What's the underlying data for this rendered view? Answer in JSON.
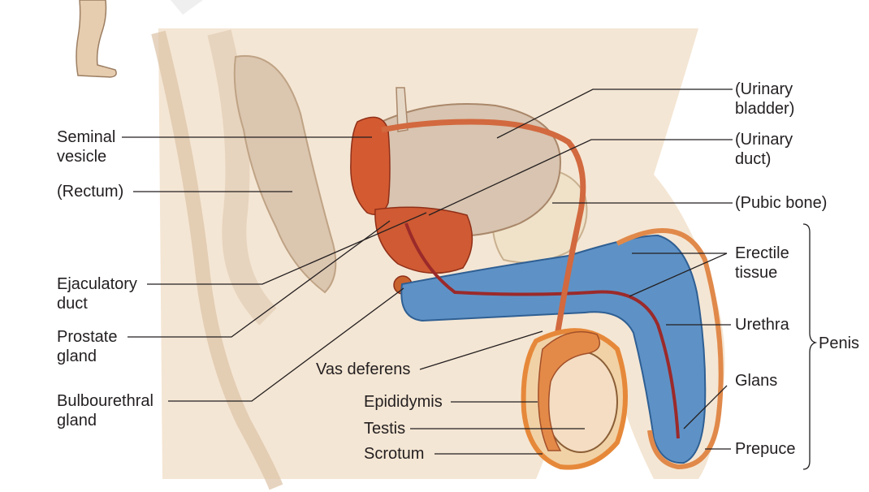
{
  "labels": {
    "seminal_vesicle": [
      "Seminal",
      "vesicle"
    ],
    "rectum": "(Rectum)",
    "ejaculatory_duct": [
      "Ejaculatory",
      "duct"
    ],
    "prostate_gland": [
      "Prostate",
      "gland"
    ],
    "bulbourethral_gland": [
      "Bulbourethral",
      "gland"
    ],
    "vas_deferens": "Vas deferens",
    "epididymis": "Epididymis",
    "testis": "Testis",
    "scrotum": "Scrotum",
    "urinary_bladder": [
      "(Urinary",
      "bladder)"
    ],
    "urinary_duct": [
      "(Urinary",
      "duct)"
    ],
    "pubic_bone": "(Pubic bone)",
    "erectile_tissue": [
      "Erectile",
      "tissue"
    ],
    "urethra": "Urethra",
    "penis": "Penis",
    "glans": "Glans",
    "prepuce": "Prepuce"
  },
  "colors": {
    "skin": "#f3e3cf",
    "skin_shadow": "#dcc2a5",
    "bladder": "#d6c1ad",
    "duct": "#d8683f",
    "gland": "#cf5a33",
    "erectile": "#5b8fc4",
    "testis": "#f2cfa3",
    "scrotum_edge": "#e6883a",
    "leader": "#231f20"
  }
}
